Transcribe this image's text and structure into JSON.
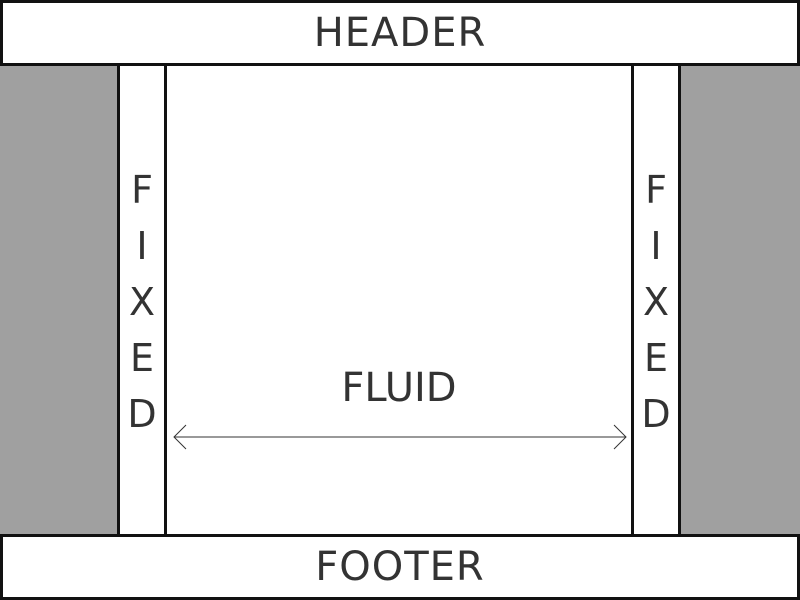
{
  "header": {
    "label": "HEADER"
  },
  "footer": {
    "label": "FOOTER"
  },
  "left_column": {
    "letters": [
      "F",
      "I",
      "X",
      "E",
      "D"
    ]
  },
  "right_column": {
    "letters": [
      "F",
      "I",
      "X",
      "E",
      "D"
    ]
  },
  "center_column": {
    "label": "FLUID"
  },
  "colors": {
    "gutter": "#a0a0a0",
    "border": "#111111",
    "text": "#333333",
    "background": "#ffffff"
  }
}
